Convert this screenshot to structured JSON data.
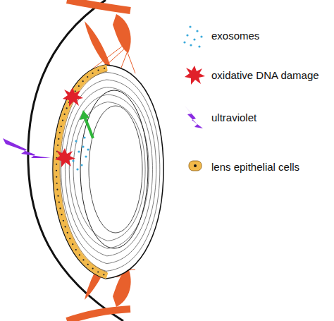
{
  "diagram": {
    "legend": [
      {
        "text": "exosomes"
      },
      {
        "text": "oxidative DNA damage"
      },
      {
        "text": "ultraviolet"
      },
      {
        "text": "lens epithelial cells"
      }
    ]
  }
}
